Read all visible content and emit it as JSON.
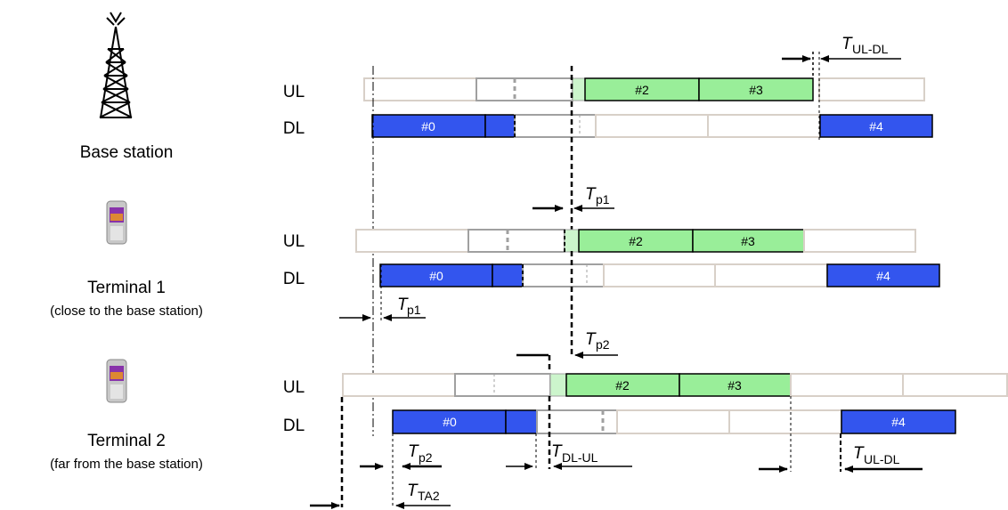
{
  "stations": {
    "base": "Base station",
    "t1": "Terminal 1",
    "t1_note": "(close to the base station)",
    "t2": "Terminal 2",
    "t2_note": "(far from the base station)"
  },
  "link_labels": {
    "ul": "UL",
    "dl": "DL"
  },
  "subframes": {
    "s0": "#0",
    "s2": "#2",
    "s3": "#3",
    "s4": "#4"
  },
  "timing": {
    "T": "T",
    "ul_dl": "UL-DL",
    "p1": "p1",
    "p2": "p2",
    "dl_ul": "DL-UL",
    "ta2": "TA2"
  },
  "colors": {
    "downlink": "#3355ee",
    "uplink": "#99ee99",
    "uplink_light": "#ccf5cc",
    "empty_border": "#d8d0c8"
  }
}
